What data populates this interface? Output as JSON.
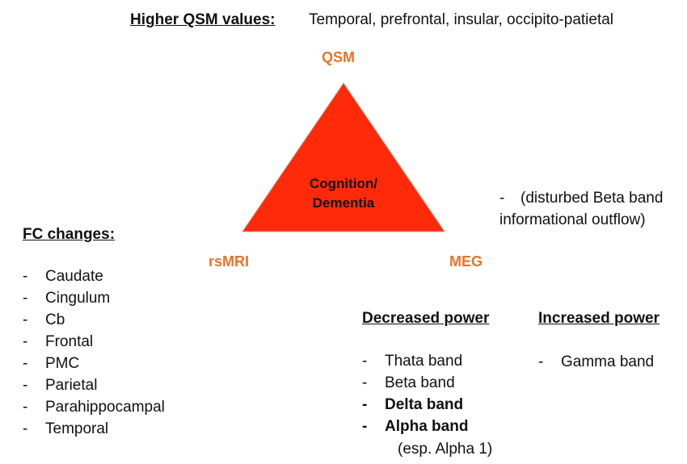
{
  "top": {
    "header": "Higher QSM values:",
    "regions": "Temporal, prefrontal, insular, occipito-patietal"
  },
  "vertices": {
    "qsm": "QSM",
    "rsmri": "rsMRI",
    "meg": "MEG"
  },
  "center": {
    "line1": "Cognition/",
    "line2": "Dementia"
  },
  "colors": {
    "triangle_fill": "#ff2a0a",
    "accent_orange": "#e8742a"
  },
  "beta_note": {
    "dash": "-",
    "line1": "(disturbed Beta band",
    "line2": "informational outflow)"
  },
  "fc": {
    "header": "FC changes:",
    "items": [
      {
        "dash": "-",
        "label": "Caudate"
      },
      {
        "dash": "-",
        "label": "Cingulum"
      },
      {
        "dash": "-",
        "label": "Cb"
      },
      {
        "dash": "-",
        "label": "Frontal"
      },
      {
        "dash": "-",
        "label": "PMC"
      },
      {
        "dash": "-",
        "label": "Parietal"
      },
      {
        "dash": "-",
        "label": "Parahippocampal"
      },
      {
        "dash": "-",
        "label": "Temporal"
      }
    ]
  },
  "decreased": {
    "header": "Decreased power",
    "items": [
      {
        "dash": "-",
        "label": "Thata band"
      },
      {
        "dash": "-",
        "label": "Beta band"
      },
      {
        "dash": "-",
        "label": "Delta band"
      },
      {
        "dash": "-",
        "label": "Alpha band"
      }
    ],
    "note": "(esp. Alpha 1)"
  },
  "increased": {
    "header": "Increased power",
    "items": [
      {
        "dash": "-",
        "label": "Gamma band"
      }
    ]
  }
}
